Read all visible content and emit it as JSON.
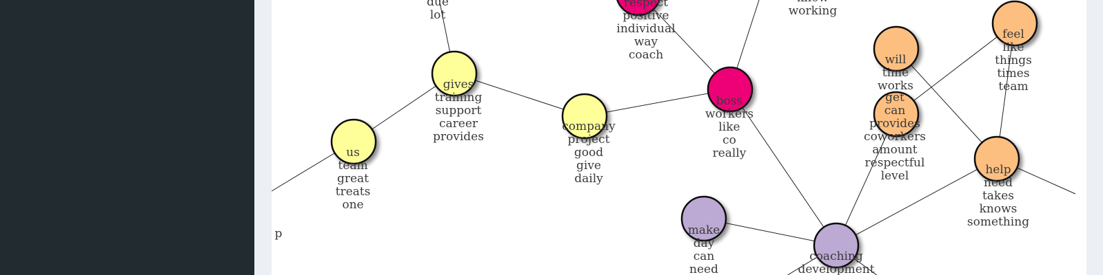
{
  "graph": {
    "clusters": {
      "yellow": "#ffff99",
      "magenta": "#ee0577",
      "orange": "#fdbf80",
      "purple": "#bcaad4"
    },
    "nodes": [
      {
        "id": "top-left",
        "cluster": "yellow",
        "hidden": true,
        "words": [
          "due",
          "lot"
        ]
      },
      {
        "id": "gives",
        "cluster": "yellow",
        "words": [
          "gives",
          "training",
          "support",
          "career",
          "provides"
        ]
      },
      {
        "id": "us",
        "cluster": "yellow",
        "words": [
          "us",
          "team",
          "great",
          "treats",
          "one"
        ]
      },
      {
        "id": "company",
        "cluster": "yellow",
        "words": [
          "company",
          "project",
          "good",
          "give",
          "daily"
        ]
      },
      {
        "id": "respect",
        "cluster": "magenta",
        "words": [
          "respect",
          "positive",
          "individual",
          "way",
          "coach"
        ]
      },
      {
        "id": "working",
        "cluster": "magenta",
        "hidden": true,
        "words": [
          "know",
          "working"
        ]
      },
      {
        "id": "boss",
        "cluster": "magenta",
        "words": [
          "boss",
          "workers",
          "like",
          "co",
          "really"
        ]
      },
      {
        "id": "will",
        "cluster": "orange",
        "words": [
          "will",
          "time",
          "works"
        ]
      },
      {
        "id": "get",
        "cluster": "orange",
        "words": [
          "get",
          "can",
          "provides",
          "coworkers",
          "amount",
          "respectful",
          "level"
        ]
      },
      {
        "id": "feel",
        "cluster": "orange",
        "words": [
          "feel",
          "like",
          "things",
          "times",
          "team"
        ]
      },
      {
        "id": "help",
        "cluster": "orange",
        "words": [
          "help",
          "need",
          "takes",
          "knows",
          "something"
        ]
      },
      {
        "id": "make",
        "cluster": "purple",
        "words": [
          "make",
          "day",
          "can",
          "need"
        ]
      },
      {
        "id": "coaching",
        "cluster": "purple",
        "words": [
          "coaching",
          "development"
        ]
      },
      {
        "id": "left-edge",
        "cluster": "yellow",
        "hidden": true,
        "words": [
          "p"
        ]
      }
    ],
    "edges": [
      [
        "top-left",
        "gives"
      ],
      [
        "gives",
        "us"
      ],
      [
        "gives",
        "company"
      ],
      [
        "us",
        "left-edge"
      ],
      [
        "company",
        "boss"
      ],
      [
        "respect",
        "boss"
      ],
      [
        "working",
        "boss"
      ],
      [
        "boss",
        "coaching"
      ],
      [
        "make",
        "coaching"
      ],
      [
        "coaching",
        "get"
      ],
      [
        "coaching",
        "help"
      ],
      [
        "will",
        "help"
      ],
      [
        "get",
        "feel"
      ],
      [
        "feel",
        "help"
      ]
    ]
  }
}
